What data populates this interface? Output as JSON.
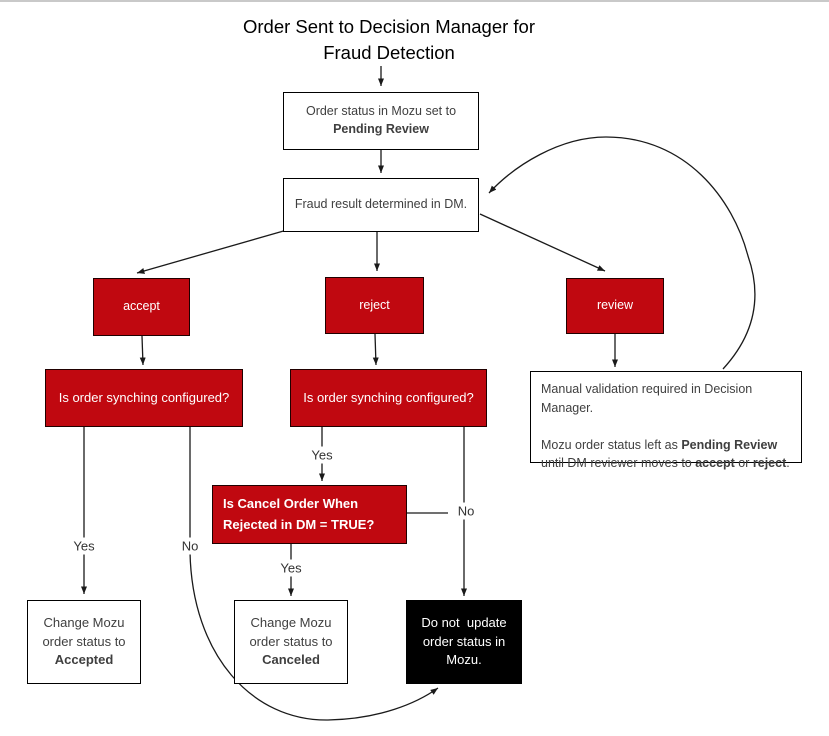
{
  "page": {
    "top_border_color": "#c9c9c9",
    "background": "#ffffff"
  },
  "colors": {
    "node_red": "#c00810",
    "node_black": "#000000",
    "arrow": "#1a1a1a"
  },
  "title": {
    "line1": "Order Sent to Decision Manager for",
    "line2": "Fraud Detection"
  },
  "nodes": {
    "pending_review": {
      "line1": "Order status in Mozu set to",
      "line2_bold": "Pending Review"
    },
    "fraud_result": {
      "text": "Fraud result determined in DM."
    },
    "accept": {
      "label": "accept"
    },
    "reject": {
      "label": "reject"
    },
    "review": {
      "label": "review"
    },
    "sync_left": {
      "text": "Is order synching configured?"
    },
    "sync_right": {
      "text": "Is order synching configured?"
    },
    "cancel_question": {
      "line1": "Is Cancel Order When",
      "line2": "Rejected in DM = TRUE?"
    },
    "manual_validation": {
      "p1": "Manual validation required in Decision Manager.",
      "p2_pre": "Mozu order status left as ",
      "p2_bold1": "Pending Review",
      "p2_mid": " until DM reviewer moves to ",
      "p2_bold2": "accept",
      "p2_or": " or ",
      "p2_bold3": "reject",
      "p2_end": "."
    },
    "accepted": {
      "line1": "Change Mozu",
      "line2": "order status to",
      "line3_bold": "Accepted"
    },
    "canceled": {
      "line1": "Change Mozu",
      "line2": "order status to",
      "line3_bold": "Canceled"
    },
    "no_update": {
      "line1": "Do not  update",
      "line2": "order status in",
      "line3": "Mozu."
    }
  },
  "labels": {
    "yes_accept_branch": "Yes",
    "no_accept_branch": "No",
    "yes_reject_branch": "Yes",
    "yes_cancel_branch": "Yes",
    "no_cancel_branch": "No"
  }
}
